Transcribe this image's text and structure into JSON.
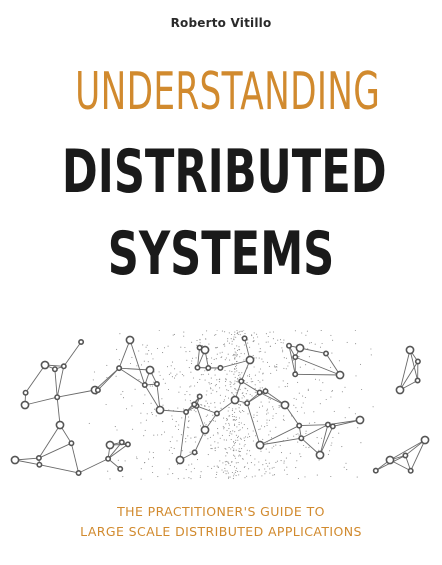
{
  "book": {
    "author": "Roberto Vitillo",
    "title_lines": [
      "UNDERSTANDING",
      "DISTRIBUTED",
      "SYSTEMS"
    ],
    "subtitle_lines": [
      "THE PRACTITIONER'S GUIDE TO",
      "LARGE SCALE DISTRIBUTED APPLICATIONS"
    ]
  },
  "colors": {
    "accent": "#d18a2e",
    "title_dark": "#1a1a1a",
    "background": "#ffffff"
  }
}
